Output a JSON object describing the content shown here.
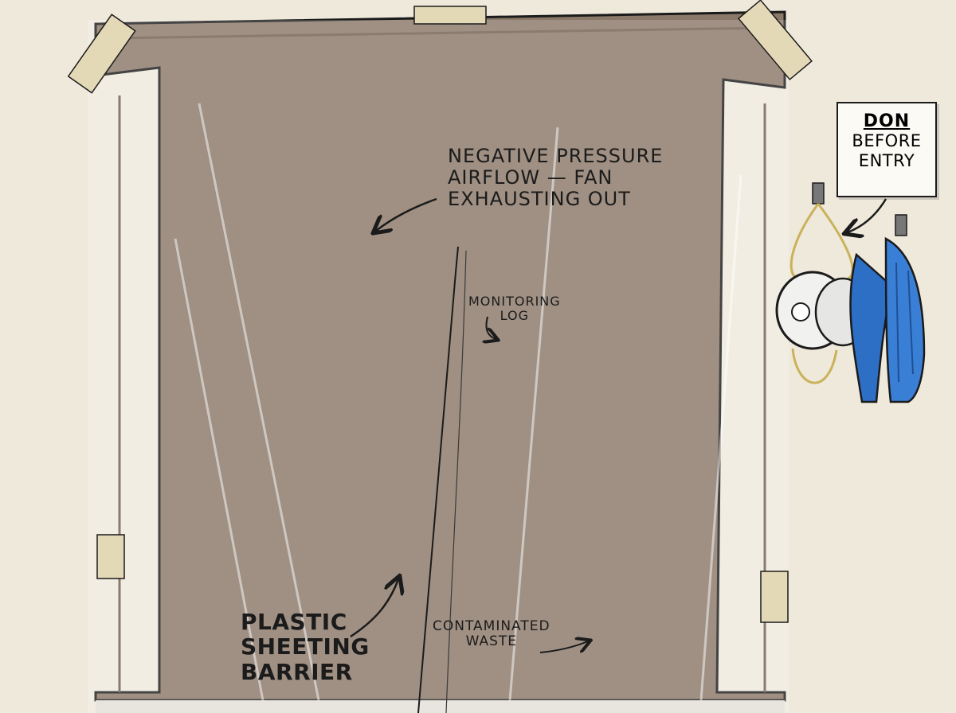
{
  "labels": {
    "airflow": [
      "NEGATIVE PRESSURE",
      "AIRFLOW — FAN",
      "EXHAUSTING OUT"
    ],
    "monitoring": [
      "MONITORING",
      "LOG"
    ],
    "barrier": [
      "PLASTIC",
      "SHEETING",
      "BARRIER"
    ],
    "waste": [
      "CONTAMINATED",
      "WASTE"
    ]
  },
  "sign": {
    "line1": "DON",
    "line2": "BEFORE",
    "line3": "ENTRY"
  },
  "colors": {
    "background": "#efe9dc",
    "frame": "#8a7868",
    "waste_bag": "#d8232a",
    "gloves": "#2e6fc6",
    "fan_arrow": "#86aee0"
  },
  "icons": [
    "window-fan-icon",
    "n95-respirator-icon",
    "nitrile-gloves-icon",
    "waste-bin-icon",
    "bed-icon",
    "nightstand-icon",
    "folding-table-icon"
  ]
}
